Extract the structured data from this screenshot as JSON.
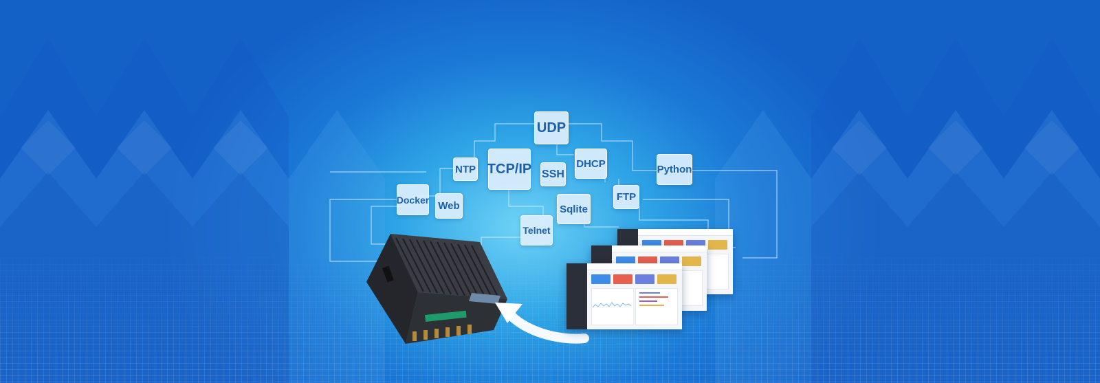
{
  "colors": {
    "tag_text": "#1c5fae",
    "card_blue": "#3d8de8",
    "card_red": "#e8604d",
    "card_indigo": "#6a7fe0",
    "card_gold": "#e2b64a"
  },
  "protocol_tags": {
    "udp": "UDP",
    "ntp": "NTP",
    "tcpip": "TCP/IP",
    "ssh": "SSH",
    "dhcp": "DHCP",
    "python": "Python",
    "docker": "Docker",
    "web": "Web",
    "sqlite": "Sqlite",
    "ftp": "FTP",
    "telnet": "Telnet"
  },
  "icons": [
    "industrial-gateway-device-image",
    "curved-arrow-icon",
    "dashboard-screenshot-image"
  ]
}
